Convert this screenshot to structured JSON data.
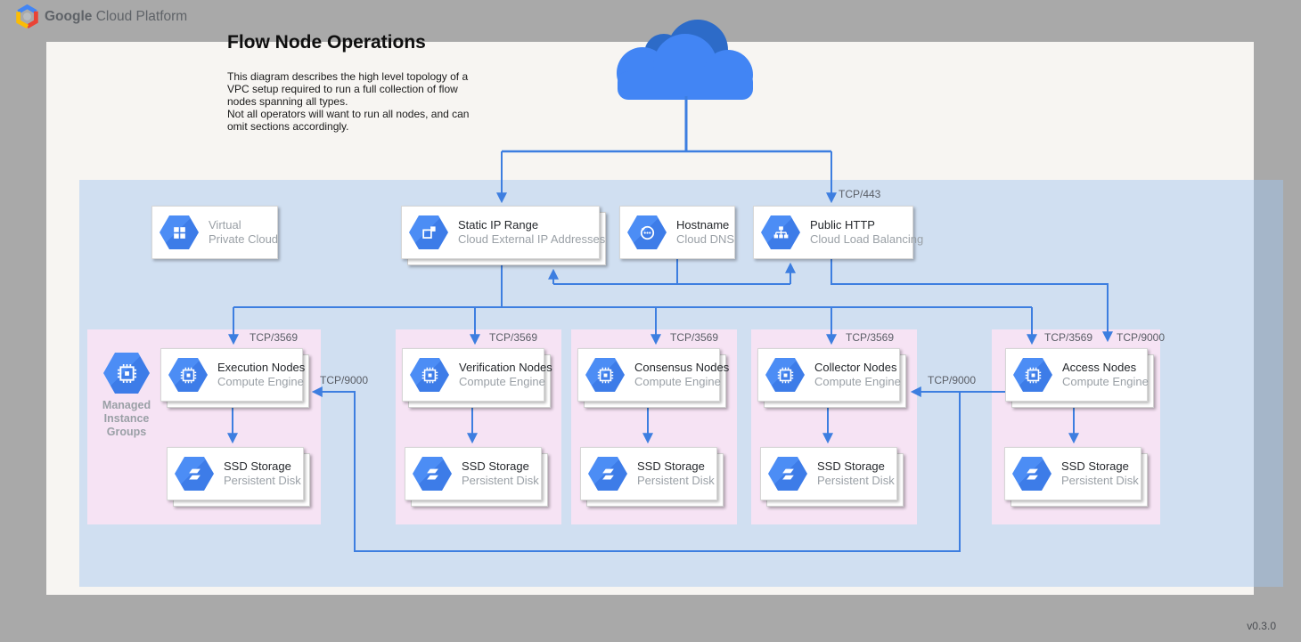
{
  "header": {
    "logo_primary": "Google",
    "logo_secondary": "Cloud Platform"
  },
  "diagram": {
    "title": "Flow Node Operations",
    "description": "This diagram describes the high level topology of a\nVPC setup required to run a full collection of flow\nnodes spanning all types.\nNot all operators will want to run all nodes, and can\nomit sections accordingly."
  },
  "version": "v0.3.0",
  "vpc": {
    "title": "Virtual",
    "subtitle": "Private Cloud"
  },
  "top_cards": {
    "static_ip": {
      "title": "Static IP Range",
      "subtitle": "Cloud External IP Addresses"
    },
    "hostname": {
      "title": "Hostname",
      "subtitle": "Cloud DNS"
    },
    "public_http": {
      "title": "Public HTTP",
      "subtitle": "Cloud Load Balancing"
    }
  },
  "labels": {
    "tcp443": "TCP/443",
    "tcp9000": "TCP/9000",
    "mig": "Managed\nInstance\nGroups"
  },
  "sections": [
    {
      "id": "execution",
      "port": "TCP/3569",
      "compute_title": "Execution Nodes",
      "compute_subtitle": "Compute Engine",
      "storage_title": "SSD Storage",
      "storage_subtitle": "Persistent Disk"
    },
    {
      "id": "verification",
      "port": "TCP/3569",
      "compute_title": "Verification Nodes",
      "compute_subtitle": "Compute Engine",
      "storage_title": "SSD Storage",
      "storage_subtitle": "Persistent Disk"
    },
    {
      "id": "consensus",
      "port": "TCP/3569",
      "compute_title": "Consensus Nodes",
      "compute_subtitle": "Compute Engine",
      "storage_title": "SSD Storage",
      "storage_subtitle": "Persistent Disk"
    },
    {
      "id": "collector",
      "port": "TCP/3569",
      "compute_title": "Collector Nodes",
      "compute_subtitle": "Compute Engine",
      "storage_title": "SSD Storage",
      "storage_subtitle": "Persistent Disk"
    },
    {
      "id": "access",
      "port": "TCP/3569",
      "compute_title": "Access Nodes",
      "compute_subtitle": "Compute Engine",
      "storage_title": "SSD Storage",
      "storage_subtitle": "Persistent Disk"
    }
  ]
}
